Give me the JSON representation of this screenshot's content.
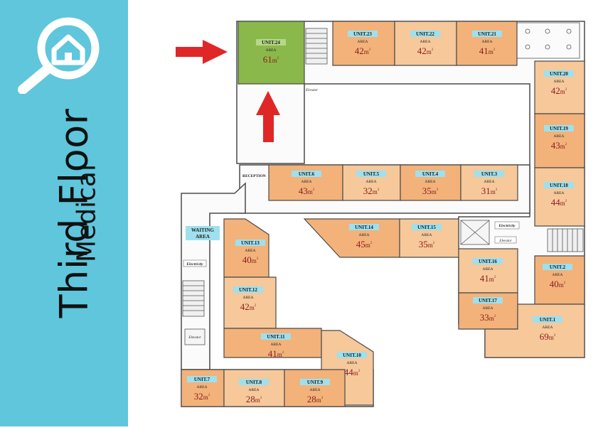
{
  "sidebar": {
    "title": "Third Floor",
    "subtitle": "Medical",
    "logo_icon": "home-search-icon"
  },
  "colors": {
    "sidebar_bg": "#5fc6dc",
    "unit_fill": "#f6c89a",
    "unit_fill_alt": "#f2b27a",
    "highlight_fill": "#8bb84a",
    "wall": "#4b4b4b",
    "arrow": "#e02727",
    "tag_bg": "#9fe0ee"
  },
  "area_label": "AREA",
  "units": [
    {
      "id": "24",
      "name": "UNIT.24",
      "area": "61",
      "highlight": true
    },
    {
      "id": "23",
      "name": "UNIT.23",
      "area": "42"
    },
    {
      "id": "22",
      "name": "UNIT.22",
      "area": "42"
    },
    {
      "id": "21",
      "name": "UNIT.21",
      "area": "41"
    },
    {
      "id": "20",
      "name": "UNIT.20",
      "area": "42"
    },
    {
      "id": "19",
      "name": "UNIT.19",
      "area": "43"
    },
    {
      "id": "18",
      "name": "UNIT.18",
      "area": "44"
    },
    {
      "id": "6",
      "name": "UNIT.6",
      "area": "43"
    },
    {
      "id": "5",
      "name": "UNIT.5",
      "area": "32"
    },
    {
      "id": "4",
      "name": "UNIT.4",
      "area": "35"
    },
    {
      "id": "3",
      "name": "UNIT.3",
      "area": "31"
    },
    {
      "id": "14",
      "name": "UNIT.14",
      "area": "45"
    },
    {
      "id": "15",
      "name": "UNIT.15",
      "area": "35"
    },
    {
      "id": "13",
      "name": "UNIT.13",
      "area": "40"
    },
    {
      "id": "16",
      "name": "UNIT.16",
      "area": "41"
    },
    {
      "id": "2",
      "name": "UNIT.2",
      "area": "40"
    },
    {
      "id": "12",
      "name": "UNIT.12",
      "area": "42"
    },
    {
      "id": "17",
      "name": "UNIT.17",
      "area": "33"
    },
    {
      "id": "1",
      "name": "UNIT.1",
      "area": "69"
    },
    {
      "id": "11",
      "name": "UNIT.11",
      "area": "41"
    },
    {
      "id": "10",
      "name": "UNIT.10",
      "area": "44"
    },
    {
      "id": "7",
      "name": "UNIT.7",
      "area": "32"
    },
    {
      "id": "8",
      "name": "UNIT.8",
      "area": "28"
    },
    {
      "id": "9",
      "name": "UNIT.9",
      "area": "28"
    }
  ],
  "labels": {
    "reception": "RECEPTION",
    "waiting": "WAITING",
    "waiting_area": "AREA",
    "electricity": "Electricity",
    "elevator": "Elevator"
  }
}
